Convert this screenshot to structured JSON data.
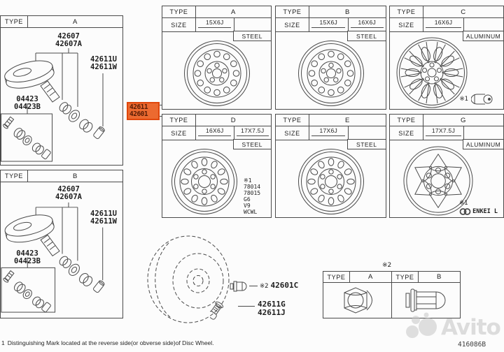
{
  "page": {
    "doc_number": "416086B",
    "footnote_prefix": "1",
    "footnote": "Distinguishing Mark located at the reverse side(or obverse side)of Disc Wheel.",
    "watermark": "Avito"
  },
  "highlight": {
    "line1": "42611",
    "line2": "42601"
  },
  "sensor_panels": [
    {
      "type_label": "TYPE",
      "type_value": "A",
      "sensor_no1": "42607",
      "sensor_no2": "42607A",
      "cap_no1": "42611U",
      "cap_no2": "42611W",
      "kit_no1": "04423",
      "kit_no2": "04423B"
    },
    {
      "type_label": "TYPE",
      "type_value": "B",
      "sensor_no1": "42607",
      "sensor_no2": "42607A",
      "cap_no1": "42611U",
      "cap_no2": "42611W",
      "kit_no1": "04423",
      "kit_no2": "04423B"
    }
  ],
  "wheel_grid": {
    "type_label": "TYPE",
    "size_label": "SIZE",
    "columns": [
      {
        "type": "A",
        "size1": "15X6J",
        "size2": "",
        "material": "STEEL"
      },
      {
        "type": "B",
        "size1": "15X6J",
        "size2": "16X6J",
        "material": "STEEL"
      },
      {
        "type": "C",
        "size1": "16X6J",
        "size2": "",
        "material": "ALUMINUM",
        "note_ref": "※1"
      },
      {
        "type": "D",
        "size1": "16X6J",
        "size2": "17X7.5J",
        "material": "STEEL",
        "note_ref": "※1",
        "note_lines": [
          "78014",
          "78015",
          "G6",
          "V9",
          "WCWL"
        ]
      },
      {
        "type": "E",
        "size1": "17X6J",
        "size2": "",
        "material": "STEEL"
      },
      {
        "type": "G",
        "size1": "17X7.5J",
        "size2": "",
        "material": "ALUMINUM",
        "note_ref": "※1",
        "brand_mark": "ENKEI L"
      }
    ]
  },
  "bottom_parts": {
    "hub_nut_ref": "※2",
    "hub_nut_no": "42601C",
    "valve_no1": "42611G",
    "valve_no2": "42611J"
  },
  "nut_table": {
    "ref": "※2",
    "type_label": "TYPE",
    "columns": [
      {
        "value": "A"
      },
      {
        "value": "B"
      }
    ]
  }
}
